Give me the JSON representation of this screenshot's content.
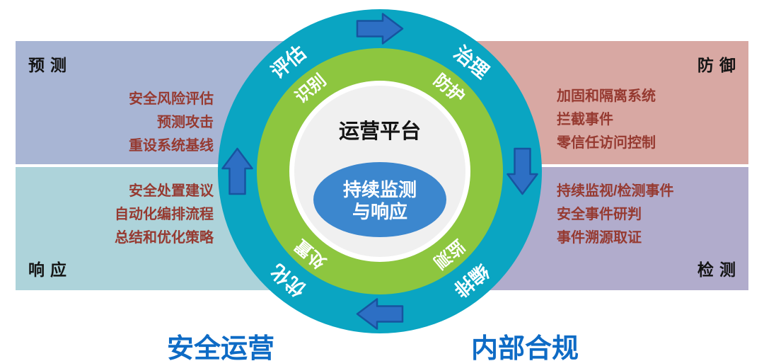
{
  "figure": {
    "type": "security-operations-cycle-diagram"
  },
  "quadrants": {
    "predict": {
      "title": "预测",
      "items": [
        "安全风险评估",
        "预测攻击",
        "重设系统基线"
      ],
      "bg_color": "#a8b5d4"
    },
    "defend": {
      "title": "防御",
      "items": [
        "加固和隔离系统",
        "拦截事件",
        "零信任访问控制"
      ],
      "bg_color": "#d8a8a3"
    },
    "respond": {
      "title": "响应",
      "items": [
        "安全处置建议",
        "自动化编排流程",
        "总结和优化策略"
      ],
      "bg_color": "#add3da"
    },
    "detect": {
      "title": "检测",
      "items": [
        "持续监视/检测事件",
        "安全事件研判",
        "事件溯源取证"
      ],
      "bg_color": "#b1accc"
    }
  },
  "rings": {
    "outer": {
      "color": "#0aa5c2",
      "top_left": "评估",
      "top_right": "治理",
      "bottom_right": "编排",
      "bottom_left": "优化"
    },
    "inner": {
      "color": "#8dc63f",
      "top_left": "识别",
      "top_right": "防护",
      "bottom_right": "监测",
      "bottom_left": "处置"
    }
  },
  "center": {
    "platform_label": "运营平台",
    "ellipse_line1": "持续监测",
    "ellipse_line2": "与响应",
    "ellipse_color": "#3c87ce"
  },
  "arrows": {
    "direction": "clockwise",
    "color": "#2d6fc4"
  },
  "footer": {
    "left_label": "安全运营",
    "right_label": "内部合规",
    "color": "#0e6bc5"
  }
}
